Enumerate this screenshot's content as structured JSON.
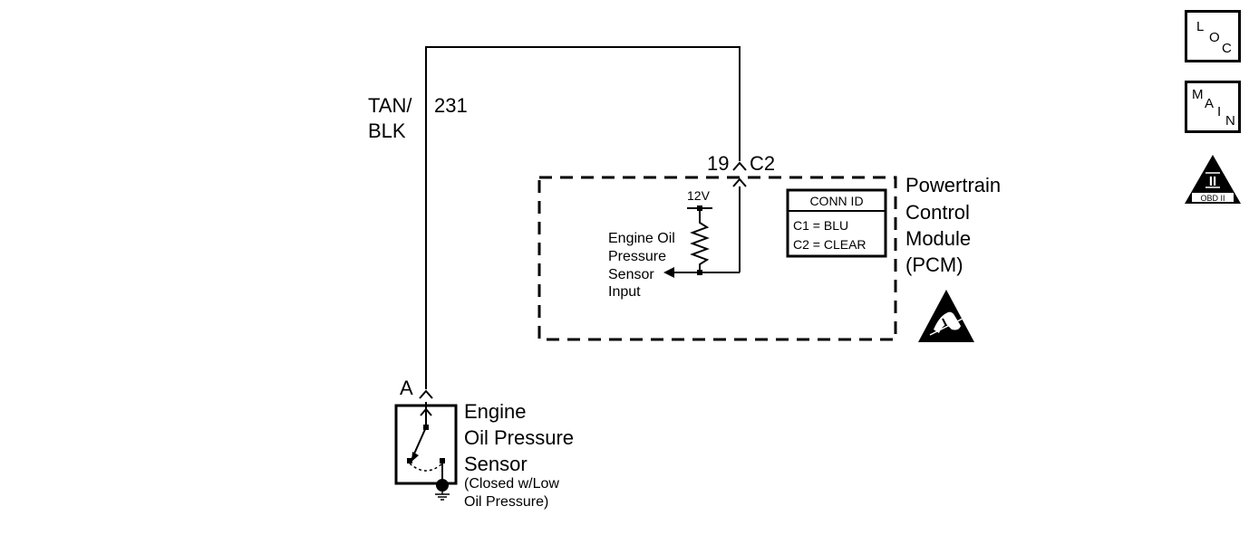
{
  "wire": {
    "color": "TAN/",
    "color2": "BLK",
    "circuit": "231"
  },
  "connector": {
    "pin": "19",
    "id": "C2"
  },
  "sensor_pin": "A",
  "pcm": {
    "label": [
      "Powertrain",
      "Control",
      "Module",
      "(PCM)"
    ],
    "voltage": "12V",
    "input_label": [
      "Engine Oil",
      "Pressure",
      "Sensor",
      "Input"
    ],
    "conn_id": {
      "title": "CONN ID",
      "c1": "C1 = BLU",
      "c2": "C2 = CLEAR"
    }
  },
  "sensor": {
    "label": [
      "Engine",
      "Oil Pressure",
      "Sensor"
    ],
    "note": [
      "(Closed w/Low",
      "Oil Pressure)"
    ]
  },
  "nav": {
    "loc": [
      "L",
      "O",
      "C"
    ],
    "main": [
      "M",
      "A",
      "I",
      "N"
    ],
    "obd": {
      "numeral": "II",
      "text": "OBD II"
    }
  }
}
